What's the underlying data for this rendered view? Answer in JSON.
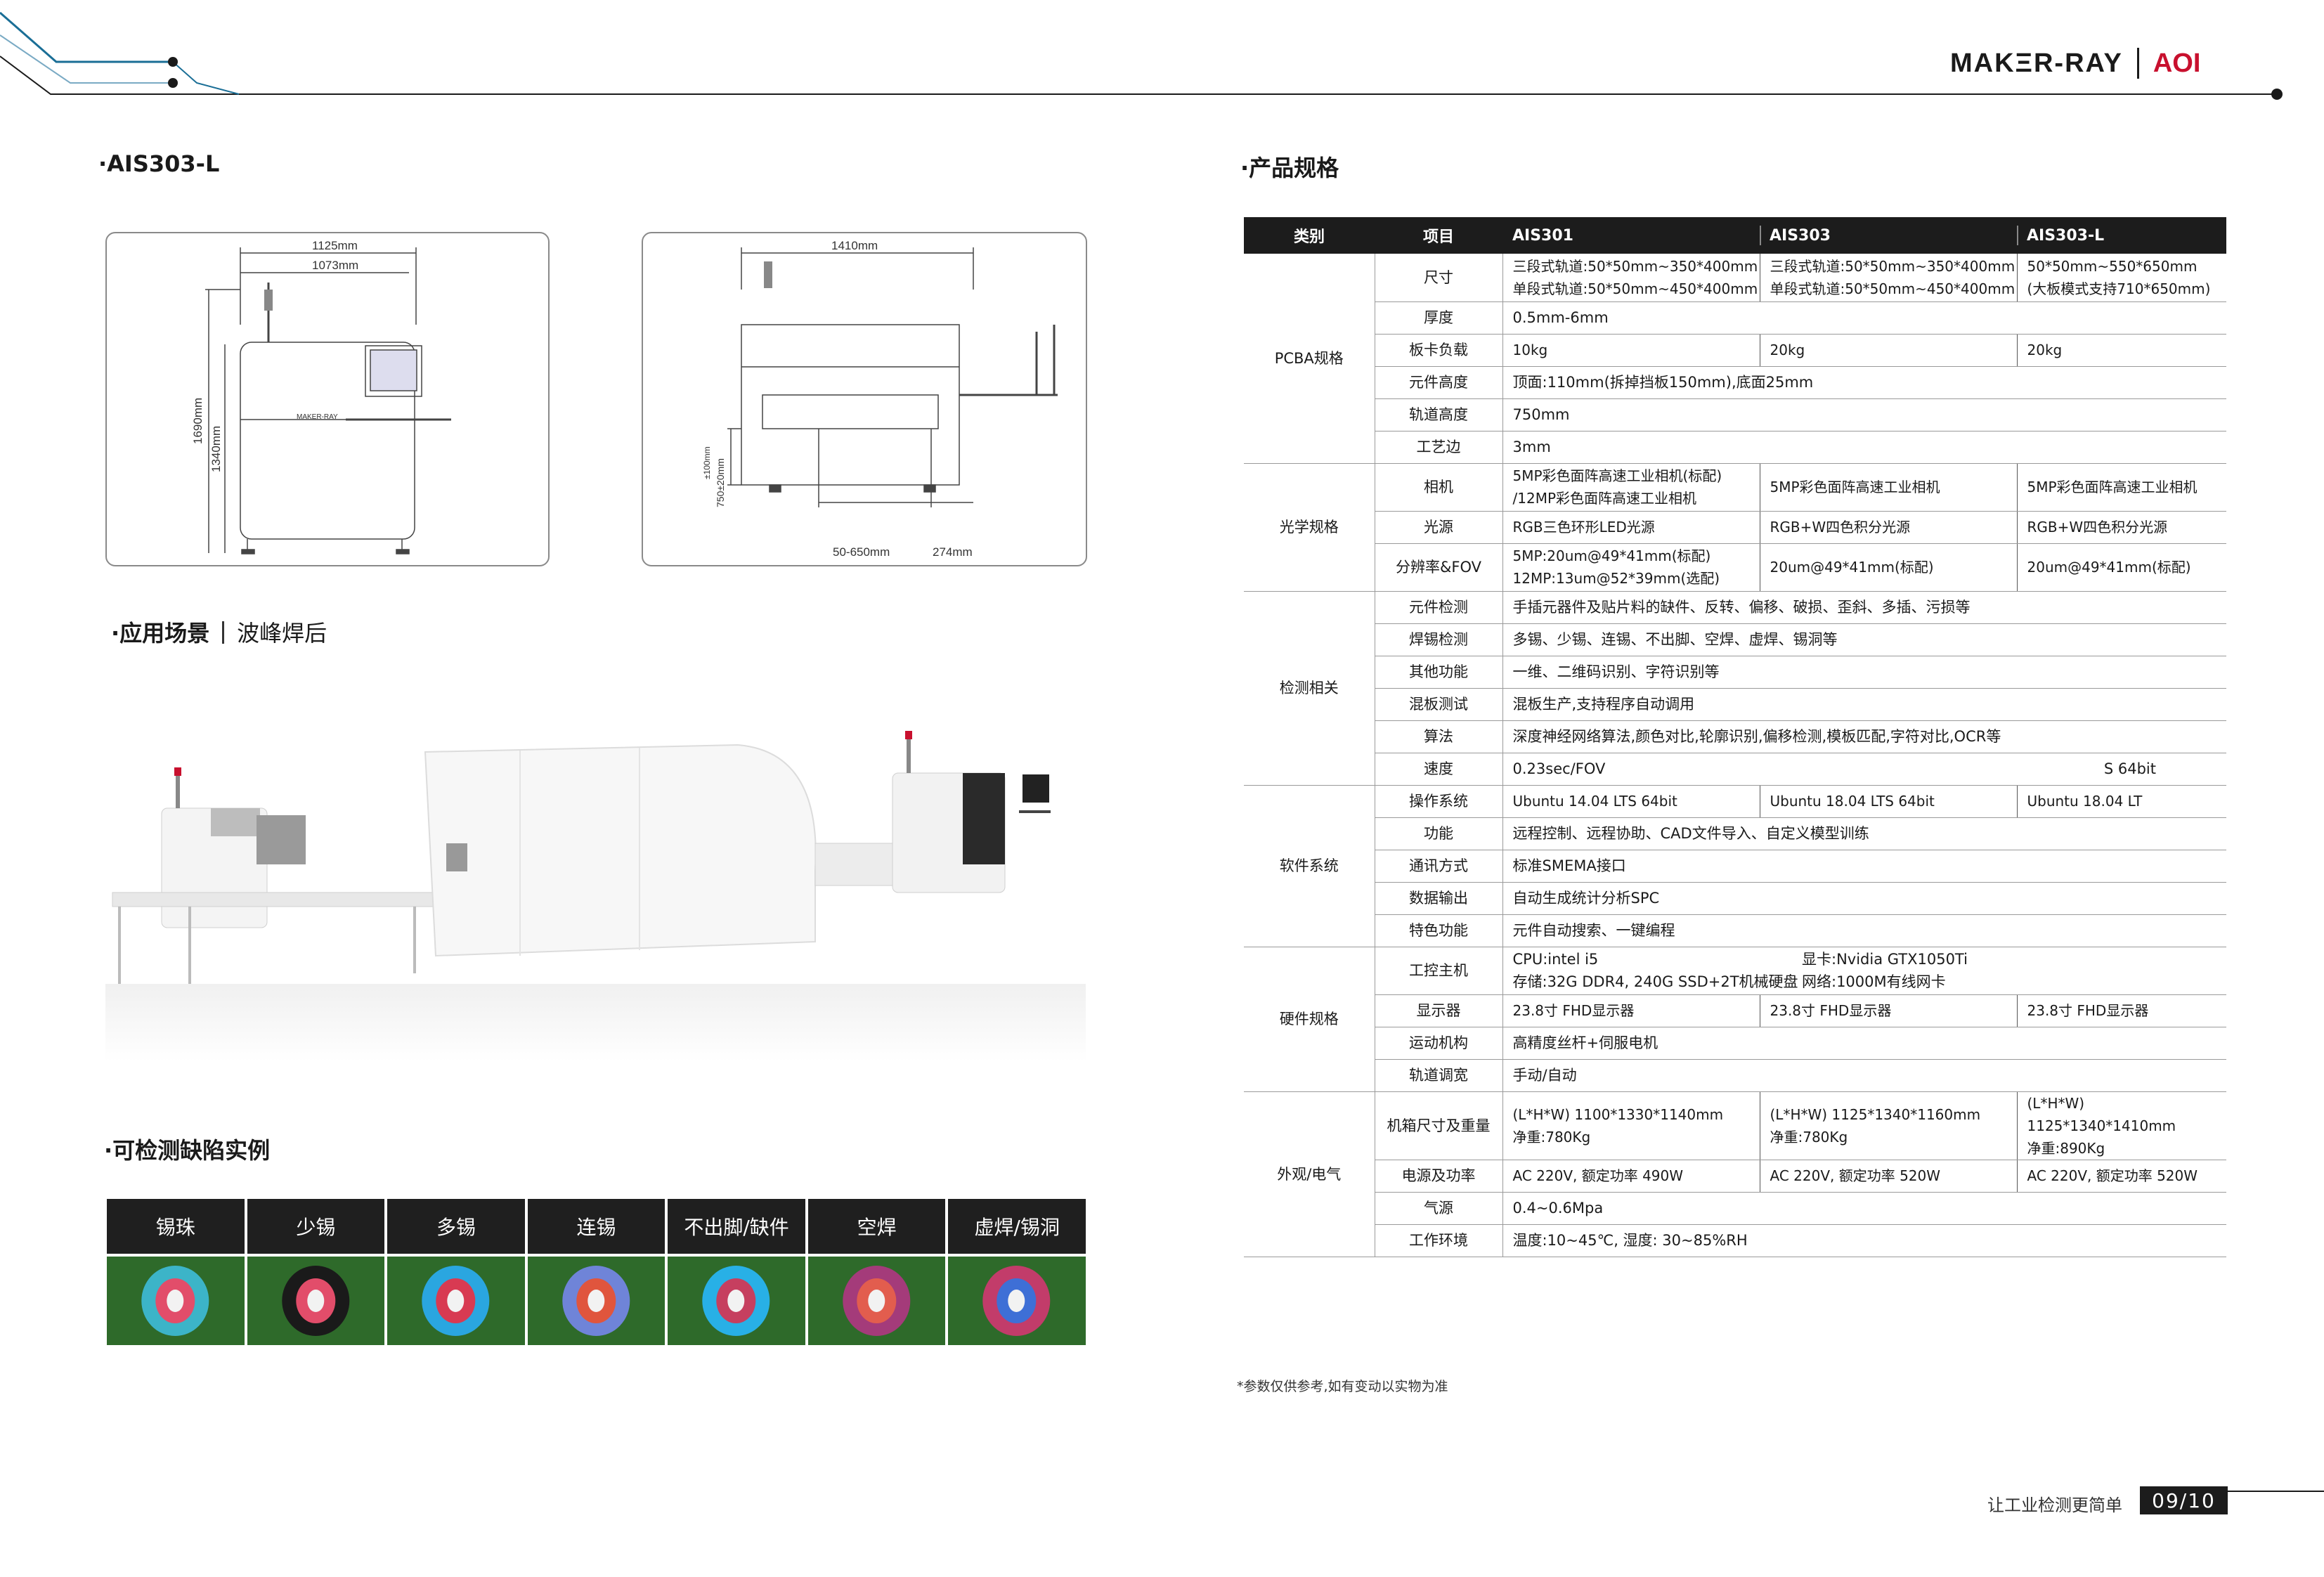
{
  "brand": {
    "name": "MAKΞR-RAY",
    "tag": "AOI"
  },
  "sections": {
    "model_title": "·AIS303-L",
    "scene_title": "·应用场景",
    "scene_sub": "波峰焊后",
    "defect_title": "·可检测缺陷实例",
    "spec_title": "·产品规格"
  },
  "drawing_front": {
    "w_outer": "1125mm",
    "w_inner": "1073mm",
    "h_total": "1690mm",
    "h_body": "1340mm",
    "logo": "MAKER-RAY"
  },
  "drawing_side": {
    "w_total": "1410mm",
    "w_track": "50-650mm",
    "w_side": "274mm",
    "h_track": "750±20mm",
    "h_adj": "±100mm"
  },
  "defects": [
    "锡珠",
    "少锡",
    "多锡",
    "连锡",
    "不出脚/缺件",
    "空焊",
    "虚焊/锡洞"
  ],
  "spec": {
    "headers": [
      "类别",
      "项目",
      "AIS301",
      "AIS303",
      "AIS303-L"
    ],
    "groups": [
      {
        "cat": "PCBA规格",
        "rows": [
          {
            "item": "尺寸",
            "v": [
              "三段式轨道:50*50mm~350*400mm\n单段式轨道:50*50mm~450*400mm",
              "三段式轨道:50*50mm~350*400mm\n单段式轨道:50*50mm~450*400mm",
              "50*50mm~550*650mm\n(大板模式支持710*650mm)"
            ]
          },
          {
            "item": "厚度",
            "v": [
              "0.5mm-6mm"
            ]
          },
          {
            "item": "板卡负载",
            "v": [
              "10kg",
              "20kg",
              "20kg"
            ]
          },
          {
            "item": "元件高度",
            "v": [
              "顶面:110mm(拆掉挡板150mm),底面25mm"
            ]
          },
          {
            "item": "轨道高度",
            "v": [
              "750mm"
            ]
          },
          {
            "item": "工艺边",
            "v": [
              "3mm"
            ]
          }
        ]
      },
      {
        "cat": "光学规格",
        "rows": [
          {
            "item": "相机",
            "v": [
              "5MP彩色面阵高速工业相机(标配)\n/12MP彩色面阵高速工业相机",
              "5MP彩色面阵高速工业相机",
              "5MP彩色面阵高速工业相机"
            ]
          },
          {
            "item": "光源",
            "v": [
              "RGB三色环形LED光源",
              "RGB+W四色积分光源",
              "RGB+W四色积分光源"
            ]
          },
          {
            "item": "分辨率&FOV",
            "v": [
              "5MP:20um@49*41mm(标配)\n12MP:13um@52*39mm(选配)",
              "20um@49*41mm(标配)",
              "20um@49*41mm(标配)"
            ]
          }
        ]
      },
      {
        "cat": "检测相关",
        "rows": [
          {
            "item": "元件检测",
            "v": [
              "手插元器件及贴片料的缺件、反转、偏移、破损、歪斜、多插、污损等"
            ]
          },
          {
            "item": "焊锡检测",
            "v": [
              "多锡、少锡、连锡、不出脚、空焊、虚焊、锡洞等"
            ]
          },
          {
            "item": "其他功能",
            "v": [
              "一维、二维码识别、字符识别等"
            ]
          },
          {
            "item": "混板测试",
            "v": [
              "混板生产,支持程序自动调用"
            ]
          },
          {
            "item": "算法",
            "v": [
              "深度神经网络算法,颜色对比,轮廓识别,偏移检测,模板匹配,字符对比,OCR等"
            ]
          },
          {
            "item": "速度",
            "v": [
              "0.23sec/FOV"
            ],
            "extra": "S 64bit"
          }
        ]
      },
      {
        "cat": "软件系统",
        "rows": [
          {
            "item": "操作系统",
            "v": [
              "Ubuntu 14.04 LTS 64bit",
              "Ubuntu 18.04 LTS 64bit",
              "Ubuntu 18.04 LT"
            ]
          },
          {
            "item": "功能",
            "v": [
              "远程控制、远程协助、CAD文件导入、自定义模型训练"
            ]
          },
          {
            "item": "通讯方式",
            "v": [
              "标准SMEMA接口"
            ]
          },
          {
            "item": "数据输出",
            "v": [
              "自动生成统计分析SPC"
            ]
          },
          {
            "item": "特色功能",
            "v": [
              "元件自动搜索、一键编程"
            ]
          }
        ]
      },
      {
        "cat": "硬件规格",
        "rows": [
          {
            "item": "工控主机",
            "v": [
              "CPU:intel i5\n存储:32G DDR4, 240G SSD+2T机械硬盘",
              "显卡:Nvidia GTX1050Ti\n网络:1000M有线网卡"
            ],
            "nosep": true
          },
          {
            "item": "显示器",
            "v": [
              "23.8寸 FHD显示器",
              "23.8寸 FHD显示器",
              "23.8寸 FHD显示器"
            ]
          },
          {
            "item": "运动机构",
            "v": [
              "高精度丝杆+伺服电机"
            ]
          },
          {
            "item": "轨道调宽",
            "v": [
              "手动/自动"
            ]
          }
        ]
      },
      {
        "cat": "外观/电气",
        "rows": [
          {
            "item": "机箱尺寸及重量",
            "v": [
              "(L*H*W) 1100*1330*1140mm\n净重:780Kg",
              "(L*H*W) 1125*1340*1160mm\n净重:780Kg",
              "(L*H*W) 1125*1340*1410mm\n净重:890Kg"
            ]
          },
          {
            "item": "电源及功率",
            "v": [
              "AC 220V, 额定功率 490W",
              "AC 220V, 额定功率 520W",
              "AC 220V, 额定功率 520W"
            ]
          },
          {
            "item": "气源",
            "v": [
              "0.4~0.6Mpa"
            ]
          },
          {
            "item": "工作环境",
            "v": [
              "温度:10~45℃, 湿度: 30~85%RH"
            ]
          }
        ]
      }
    ]
  },
  "footnote": "*参数仅供参考,如有变动以实物为准",
  "slogan": "让工业检测更简单",
  "page": "09/10",
  "colors": {
    "accent": "#c8102e",
    "header_bg": "#1c1c1c",
    "line_blue": "#1a6e96",
    "defect_bg": "#2e6a2a"
  }
}
